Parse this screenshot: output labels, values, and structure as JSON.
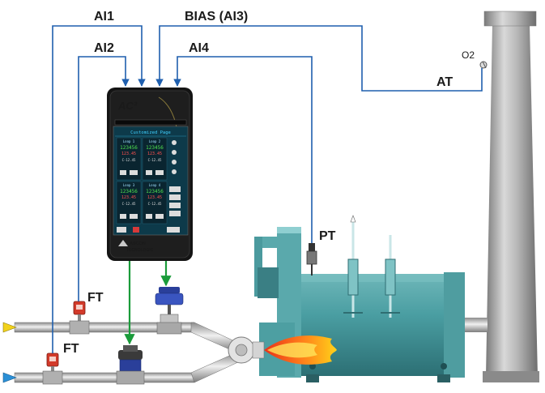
{
  "signals": {
    "ai1": "AI1",
    "ai2": "AI2",
    "bias": "BIAS (AI3)",
    "ai4": "AI4"
  },
  "instruments": {
    "at": "AT",
    "o2": "O2",
    "pt": "PT",
    "ft_top": "FT",
    "ft_bottom": "FT"
  },
  "controller": {
    "brand": "AC³",
    "page_title": "Customized Page",
    "loops": [
      {
        "label": "Loop 1",
        "pv": "123456",
        "sv": "123.45",
        "out": "C-12.45"
      },
      {
        "label": "Loop 2",
        "pv": "123456",
        "sv": "123.45",
        "out": "C-12.45"
      },
      {
        "label": "Loop 3",
        "pv": "123456",
        "sv": "123.45",
        "out": "C-12.45"
      },
      {
        "label": "Loop 4",
        "pv": "123456",
        "sv": "123.45",
        "out": "C-12.45"
      }
    ],
    "logo_line1": "ASCON",
    "logo_line2": "TECNOLOGIC"
  },
  "colors": {
    "signal_line": "#1f5fae",
    "output_line": "#1a9b3a",
    "boiler": "#3e8f95",
    "flame": "#f05a1a",
    "air_arrow": "#f2d21b",
    "fuel_arrow": "#2a8fd6"
  }
}
